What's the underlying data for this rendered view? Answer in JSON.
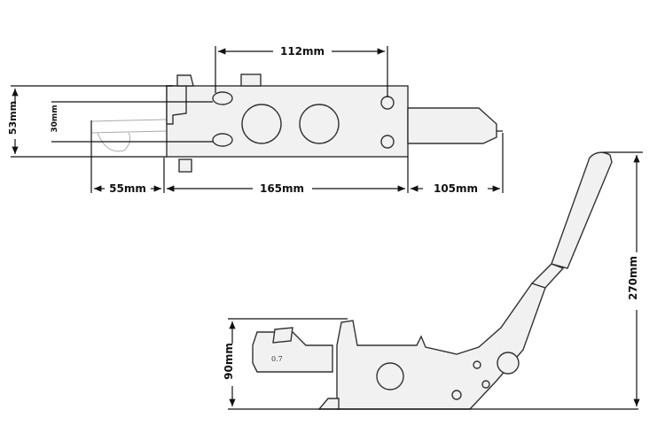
{
  "title": "Hydraulic handbrake dimension drawing",
  "top_view": {
    "dimensions": {
      "hole_spacing": "112mm",
      "height_outer": "53mm",
      "height_inner": "30mm",
      "cylinder_length": "55mm",
      "body_length": "165mm",
      "rod_length": "105mm"
    }
  },
  "side_view": {
    "dimensions": {
      "lever_height": "270mm",
      "body_height": "90mm"
    },
    "cylinder_marking": "0.7"
  }
}
